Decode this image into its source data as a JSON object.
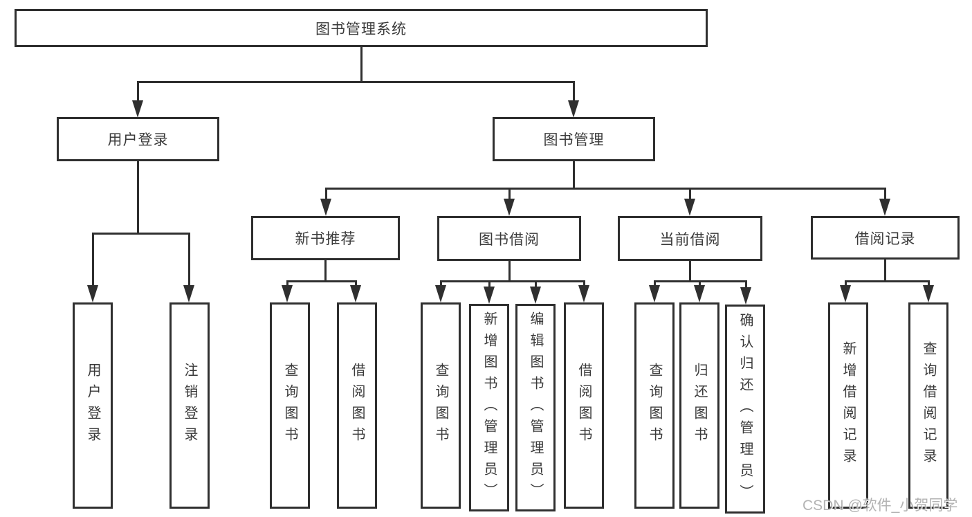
{
  "diagram_title": "图书管理系统",
  "watermark": "CSDN @软件_小贺同学",
  "colors": {
    "line": "#2f2f2f",
    "text": "#3a3a3a",
    "background": "#ffffff",
    "watermark": "#9e9e9e"
  },
  "tree": {
    "root": {
      "label": "图书管理系统"
    },
    "branches": [
      {
        "label": "用户登录",
        "children": [
          {
            "label": "用户登录"
          },
          {
            "label": "注销登录"
          }
        ]
      },
      {
        "label": "图书管理",
        "groups": [
          {
            "label": "新书推荐",
            "children": [
              {
                "label": "查询图书"
              },
              {
                "label": "借阅图书"
              }
            ]
          },
          {
            "label": "图书借阅",
            "children": [
              {
                "label": "查询图书"
              },
              {
                "label": "新增图书（管理员）"
              },
              {
                "label": "编辑图书（管理员）"
              },
              {
                "label": "借阅图书"
              }
            ]
          },
          {
            "label": "当前借阅",
            "children": [
              {
                "label": "查询图书"
              },
              {
                "label": "归还图书"
              },
              {
                "label": "确认归还（管理员）"
              }
            ]
          },
          {
            "label": "借阅记录",
            "children": [
              {
                "label": "新增借阅记录"
              },
              {
                "label": "查询借阅记录"
              }
            ]
          }
        ]
      }
    ]
  }
}
